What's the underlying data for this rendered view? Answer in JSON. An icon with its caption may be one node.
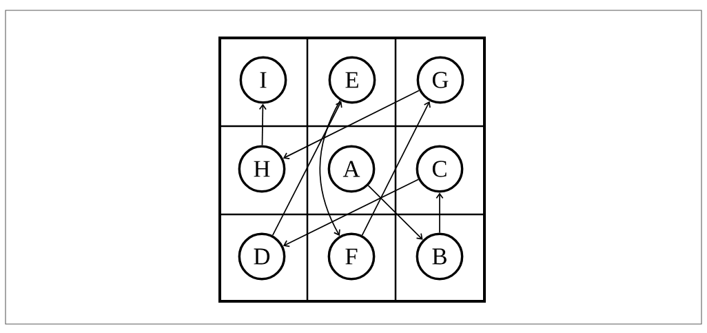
{
  "diagram": {
    "nodes": [
      {
        "text": [
          "I"
        ]
      },
      {
        "text": [
          "E"
        ]
      },
      {
        "text": [
          "G"
        ]
      },
      {
        "text": [
          "H"
        ]
      },
      {
        "text": [
          "A"
        ]
      },
      {
        "text": [
          "C"
        ]
      },
      {
        "text": [
          "D"
        ]
      },
      {
        "text": [
          "F"
        ]
      },
      {
        "text": [
          "B"
        ]
      }
    ],
    "edges": [
      {
        "from": 4,
        "to": 8,
        "arrow": "to"
      },
      {
        "from": 8,
        "to": 5,
        "arrow": "to"
      },
      {
        "from": 5,
        "to": 6,
        "arrow": "to"
      },
      {
        "from": 6,
        "to": 1,
        "arrow": "to"
      },
      {
        "from": 1,
        "to": 7,
        "arrow": "to"
      },
      {
        "from": 7,
        "to": 2,
        "arrow": "to"
      },
      {
        "from": 2,
        "to": 3,
        "arrow": "to"
      },
      {
        "from": 3,
        "to": 0,
        "arrow": "to"
      }
    ]
  }
}
